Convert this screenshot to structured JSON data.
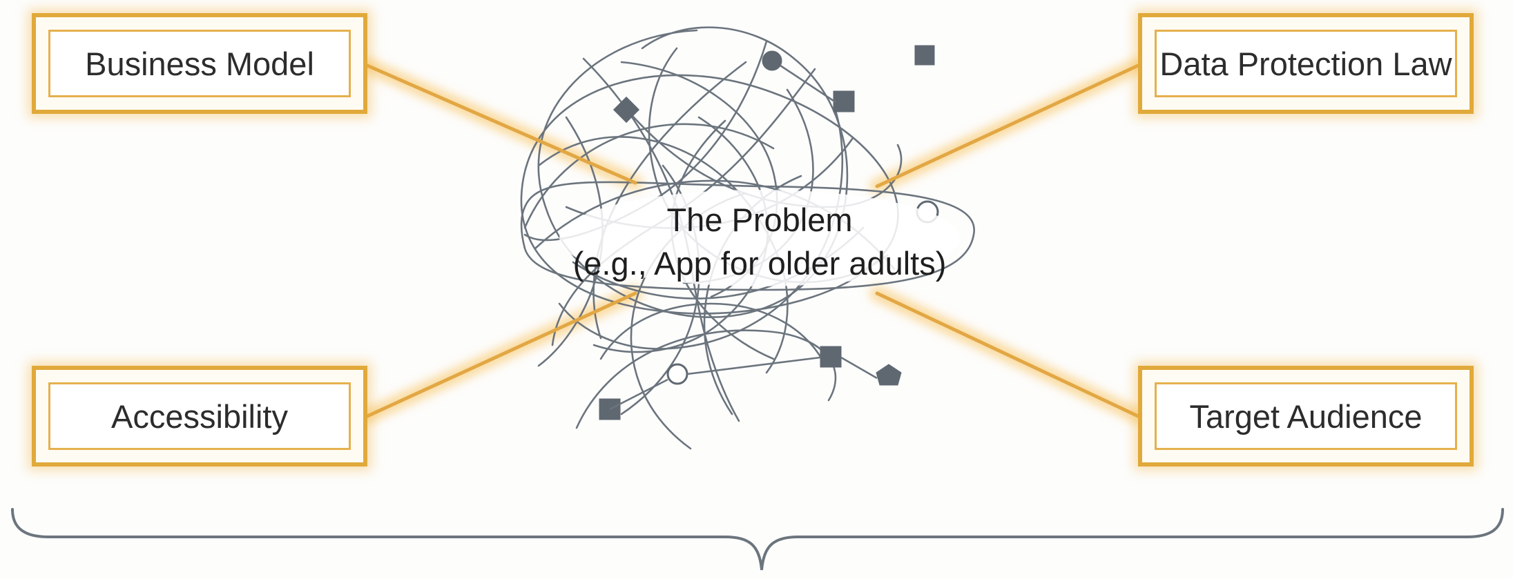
{
  "center": {
    "title": "The Problem",
    "subtitle": "(e.g., App for older adults)"
  },
  "factors": [
    {
      "label": "Business Model"
    },
    {
      "label": "Data Protection Law"
    },
    {
      "label": "Accessibility"
    },
    {
      "label": "Target Audience"
    }
  ],
  "colors": {
    "box_border": "#e0a93a",
    "connector": "#e2a744",
    "glow": "#f4b33c",
    "tangle_lines": "#6b747d",
    "nodes": "#5f6871",
    "brace": "#6c757e",
    "background": "#fdfdfc"
  },
  "icons": {
    "tangle": "tangled-network-icon",
    "brace": "curly-brace-icon"
  }
}
